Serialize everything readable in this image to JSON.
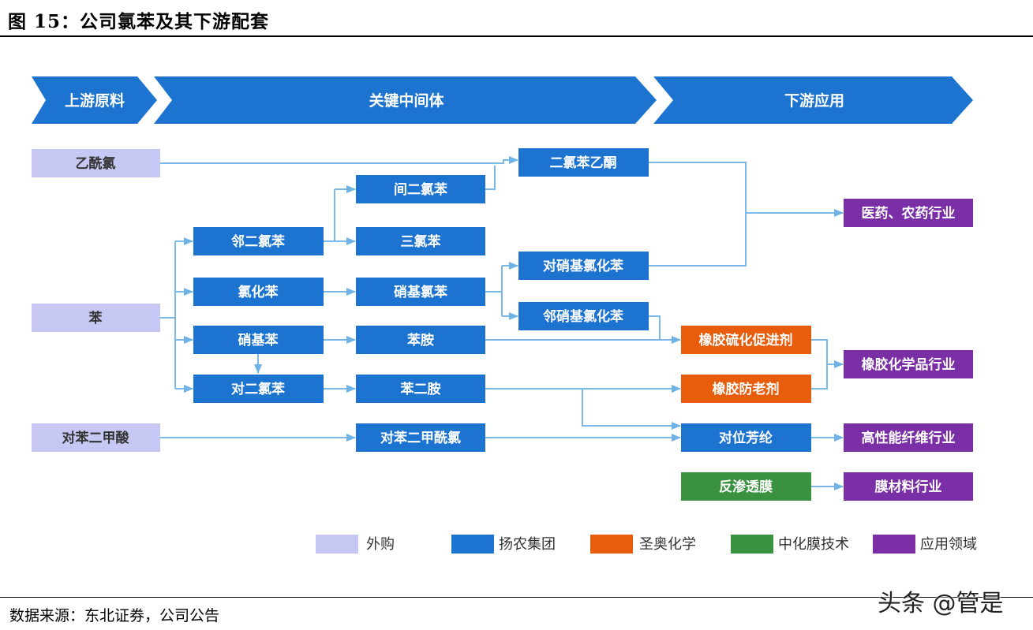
{
  "figure_title": "图 15：公司氯苯及其下游配套",
  "source": "数据来源：东北证券，公司公告",
  "watermark": "头条 @管是",
  "colors": {
    "external": "#c6c8f3",
    "yangnong": "#1c74d0",
    "shengao": "#e85d0c",
    "zhonghua": "#3a9140",
    "application": "#7a2fa6",
    "arrow": "#7ab8e8",
    "chevron": "#1c74d0"
  },
  "stages": {
    "upstream": "上游原料",
    "intermediate": "关键中间体",
    "downstream": "下游应用"
  },
  "nodes": {
    "acetyl_chloride": "乙酰氯",
    "benzene": "苯",
    "terephthalic_acid": "对苯二甲酸",
    "o_dcb": "邻二氯苯",
    "chlorobenzene": "氯化苯",
    "nitrobenzene": "硝基苯",
    "p_dcb": "对二氯苯",
    "m_dcb": "间二氯苯",
    "tcb": "三氯苯",
    "nitrochlorobenzene": "硝基氯苯",
    "aniline": "苯胺",
    "ppd": "苯二胺",
    "tpc": "对苯二甲酰氯",
    "dcap": "二氯苯乙酮",
    "pncb": "对硝基氯化苯",
    "oncb": "邻硝基氯化苯",
    "vulc_acc": "橡胶硫化促进剂",
    "antioxidant": "橡胶防老剂",
    "aramid": "对位芳纶",
    "ro_membrane": "反渗透膜",
    "pharma_agro": "医药、农药行业",
    "rubber_chem": "橡胶化学品行业",
    "hp_fiber": "高性能纤维行业",
    "membrane_ind": "膜材料行业"
  },
  "legend": {
    "external": "外购",
    "yangnong": "扬农集团",
    "shengao": "圣奥化学",
    "zhonghua": "中化膜技术",
    "application": "应用领域"
  }
}
